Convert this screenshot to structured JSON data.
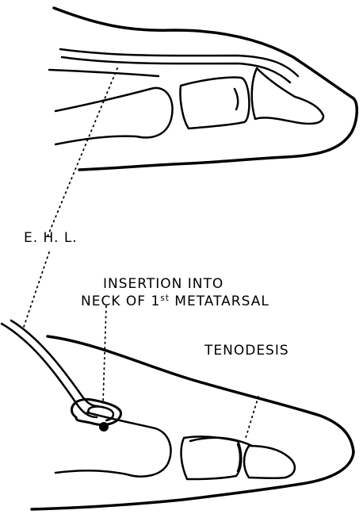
{
  "labels": {
    "ehl": "E. H. L.",
    "insertion_line1": "INSERTION INTO",
    "insertion_line2_pre": "NECK OF 1",
    "insertion_line2_sup": "st",
    "insertion_line2_post": " METATARSAL",
    "tenodesis": "TENODESIS"
  },
  "colors": {
    "ink": "#000000",
    "paper": "#ffffff"
  }
}
